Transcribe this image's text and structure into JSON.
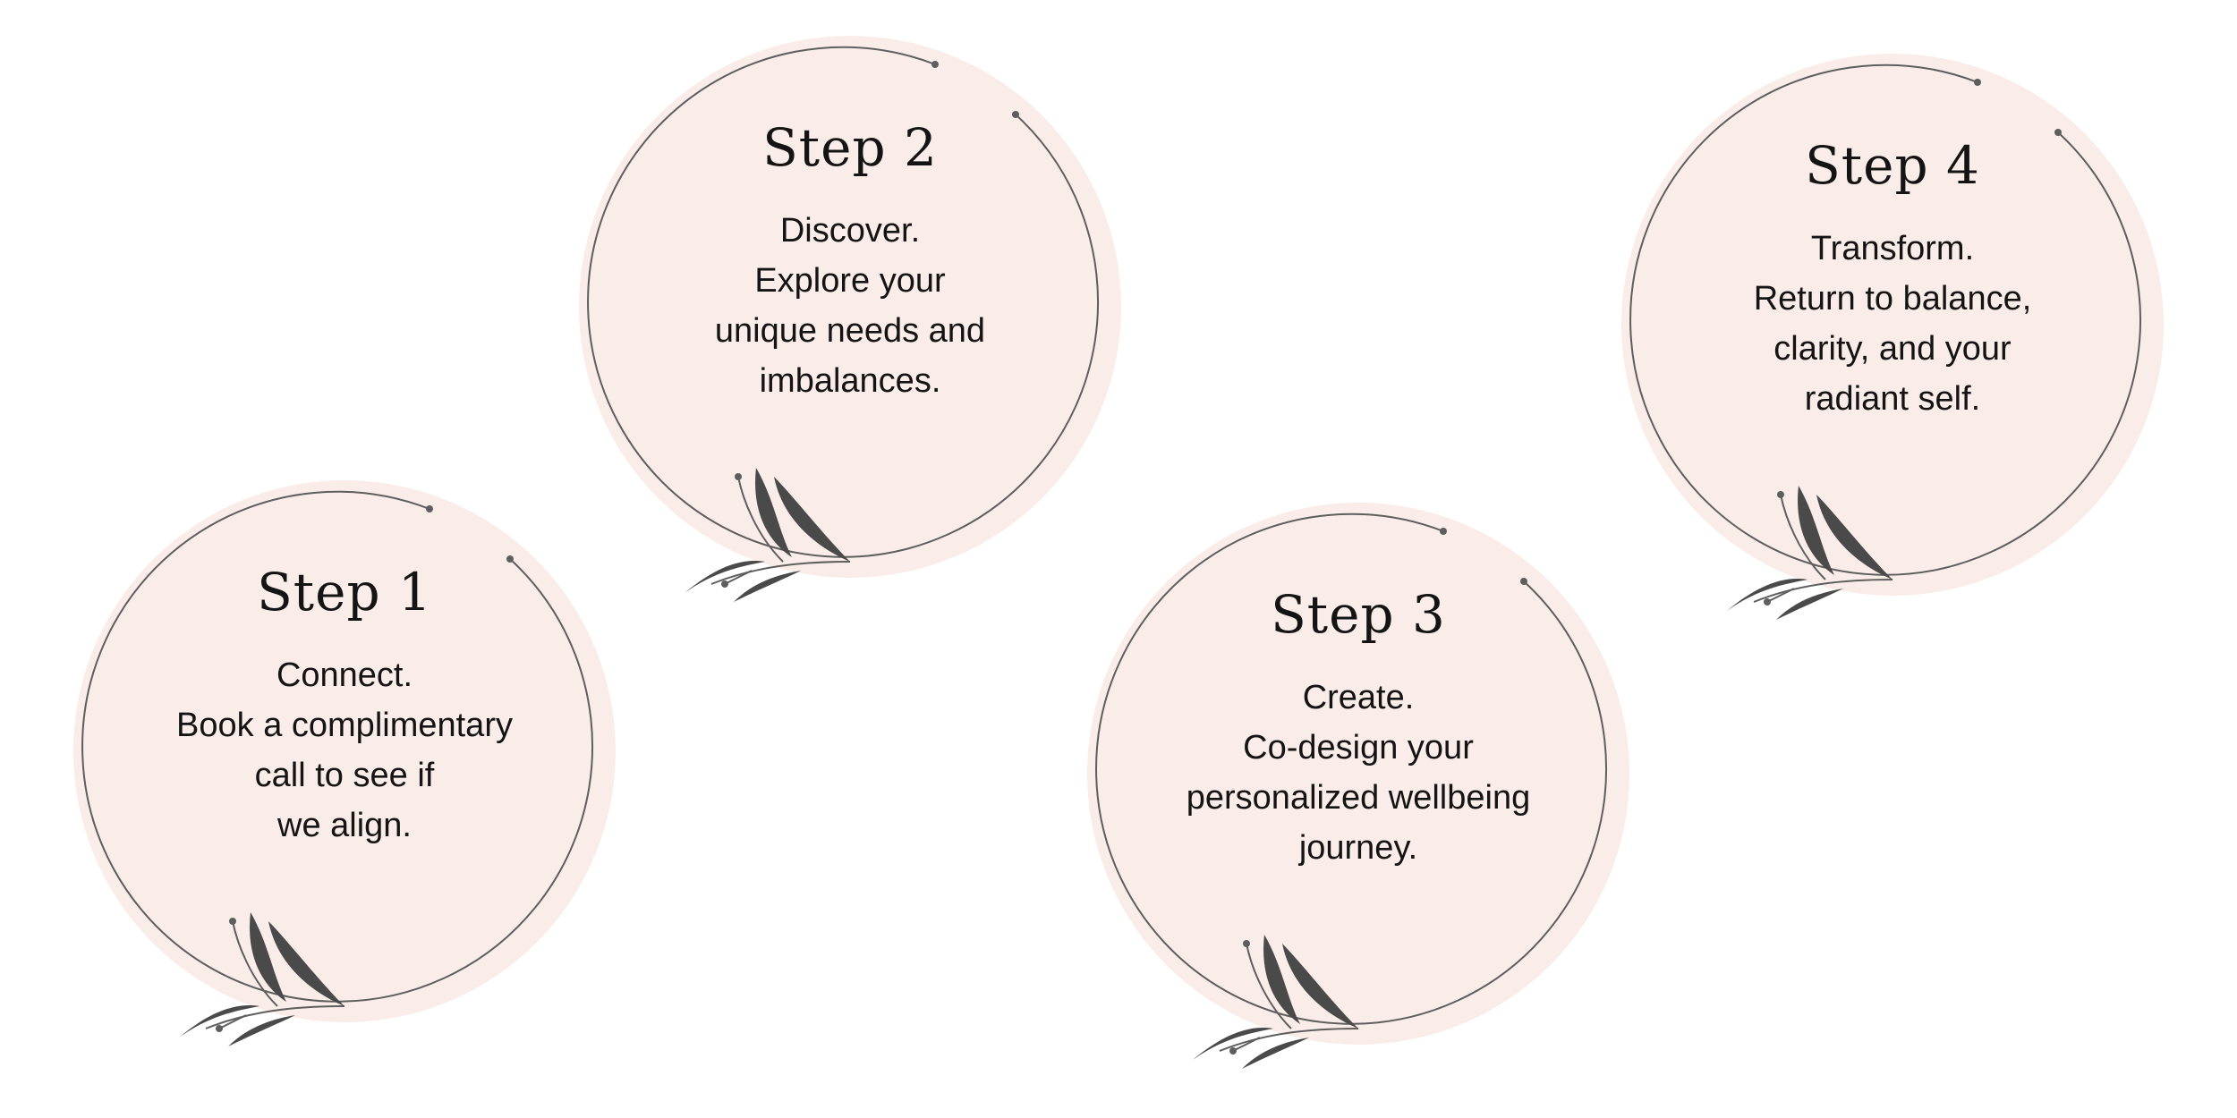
{
  "colors": {
    "circle_fill": "#faece8",
    "outline": "#5e5e5e",
    "leaf": "#4a4a4a",
    "text": "#141414"
  },
  "steps": [
    {
      "title": "Step 1",
      "lines": [
        "Connect.",
        "Book a complimentary",
        "call to see if",
        "we align."
      ]
    },
    {
      "title": "Step 2",
      "lines": [
        "Discover.",
        "Explore your",
        "unique needs and",
        "imbalances."
      ]
    },
    {
      "title": "Step 3",
      "lines": [
        "Create.",
        "Co-design your",
        "personalized wellbeing",
        "journey."
      ]
    },
    {
      "title": "Step 4",
      "lines": [
        "Transform.",
        "Return to balance,",
        "clarity, and your",
        "radiant self."
      ]
    }
  ]
}
